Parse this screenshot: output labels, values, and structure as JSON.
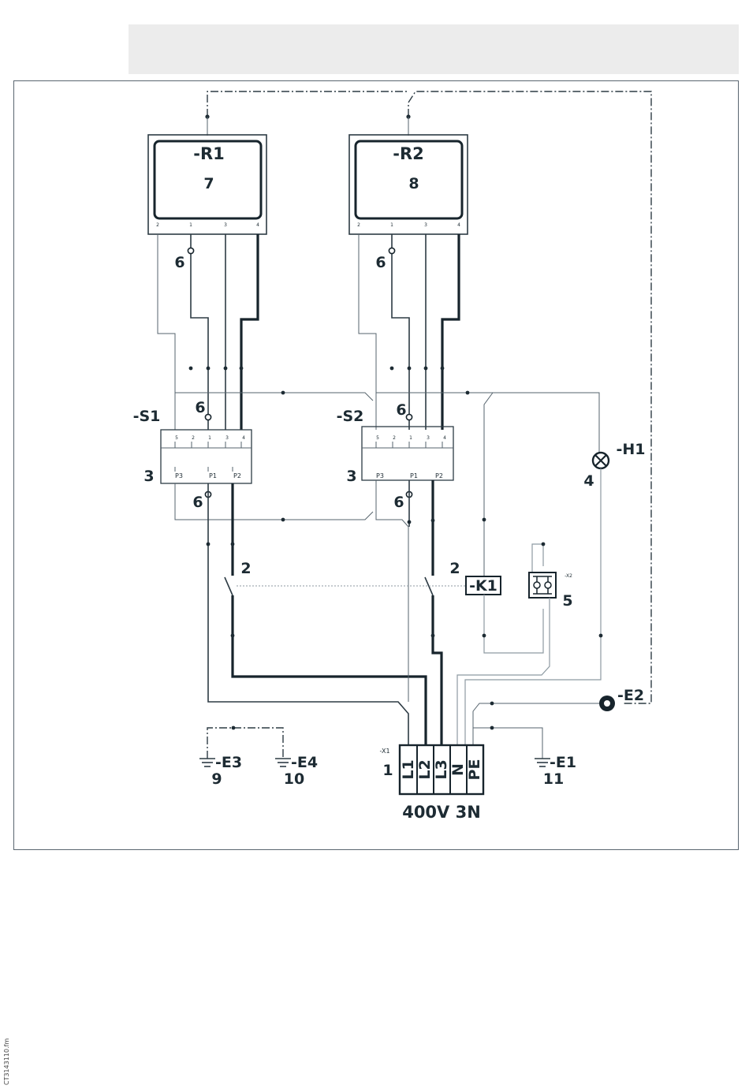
{
  "components": {
    "r1": {
      "tag": "-R1",
      "num": "7",
      "pins": [
        "2",
        "1",
        "3",
        "4"
      ]
    },
    "r2": {
      "tag": "-R2",
      "num": "8",
      "pins": [
        "2",
        "1",
        "3",
        "4"
      ]
    },
    "s1": {
      "tag": "-S1",
      "num": "3",
      "pins": [
        "5",
        "2",
        "1",
        "3",
        "4"
      ],
      "ports": [
        "P3",
        "P1",
        "P2"
      ]
    },
    "s2": {
      "tag": "-S2",
      "num": "3",
      "pins": [
        "5",
        "2",
        "1",
        "3",
        "4"
      ],
      "ports": [
        "P3",
        "P1",
        "P2"
      ]
    },
    "h1": {
      "tag": "-H1",
      "num": "4"
    },
    "k1": {
      "tag": "-K1"
    },
    "x2": {
      "tag": "-X2",
      "num": "5"
    },
    "x1": {
      "tag": "-X1",
      "num": "1",
      "terminals": [
        "L1",
        "L2",
        "L3",
        "N",
        "PE"
      ]
    },
    "e1": {
      "tag": "-E1",
      "num": "11"
    },
    "e2": {
      "tag": "-E2"
    },
    "e3": {
      "tag": "-E3",
      "num": "9"
    },
    "e4": {
      "tag": "-E4",
      "num": "10"
    }
  },
  "labels": {
    "six": "6",
    "two": "2"
  },
  "supply": "400V 3N",
  "file_ref": "CT3143110.fm"
}
